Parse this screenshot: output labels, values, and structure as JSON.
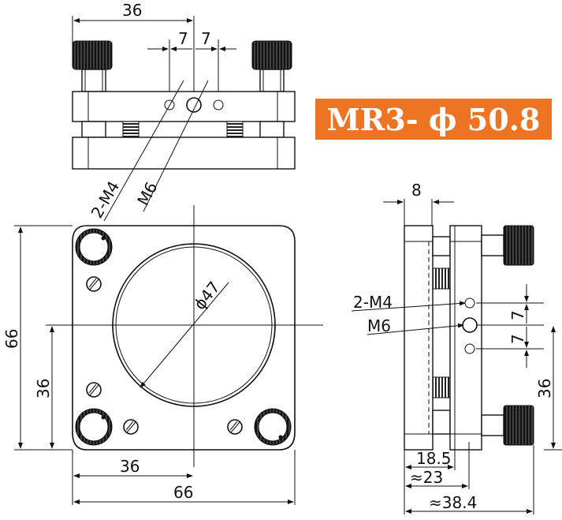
{
  "title_badge": {
    "text": "MR3- ϕ 50.8",
    "background": "#ec7423",
    "color": "#ffffff"
  },
  "top_view": {
    "dim_width": "36",
    "dim_left_offset": "7",
    "dim_right_offset": "7",
    "label_tapped_holes": "2-M4",
    "label_center_hole": "M6"
  },
  "front_view": {
    "dim_height": "66",
    "dim_half_height": "36",
    "dim_half_width": "36",
    "dim_width": "66",
    "dim_aperture": "ϕ47"
  },
  "side_view": {
    "dim_plate": "8",
    "label_tapped_holes": "2-M4",
    "label_center_hole": "M6",
    "dim_offset_1": "7",
    "dim_offset_2": "7",
    "dim_height": "36",
    "dim_depth_1": "18.5",
    "dim_depth_2": "≈23",
    "dim_depth_total": "≈38.4"
  }
}
